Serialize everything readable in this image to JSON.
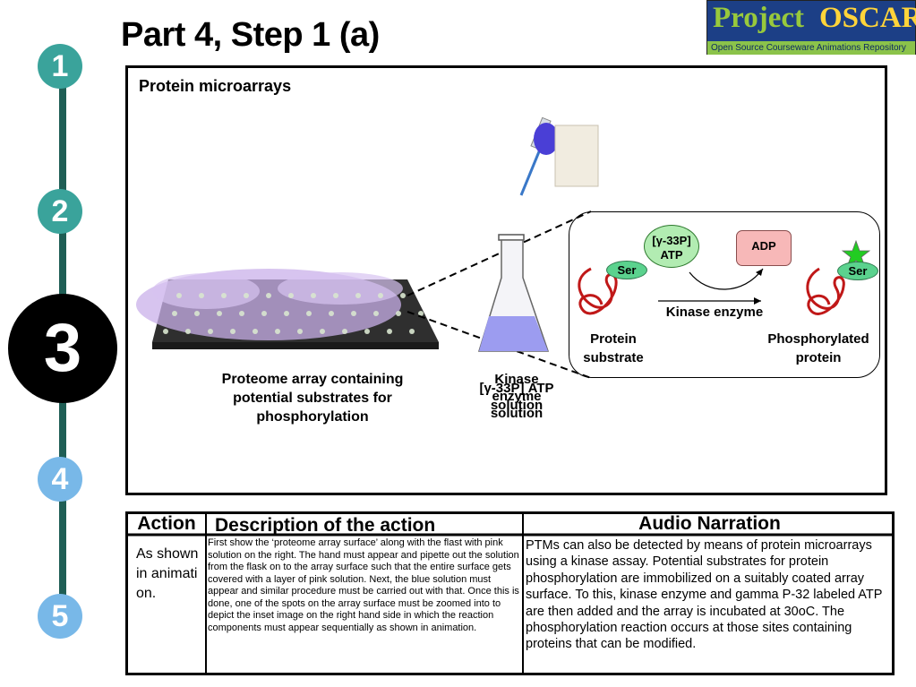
{
  "title": "Part 4, Step 1 (a)",
  "logo": {
    "word1": "Project",
    "word2": "OSCAR",
    "tagline": "Open Source Courseware Animations Repository"
  },
  "steps": [
    {
      "label": "1",
      "color": "#3aa39b"
    },
    {
      "label": "2",
      "color": "#3aa39b"
    },
    {
      "label": "3",
      "color": "#000000"
    },
    {
      "label": "4",
      "color": "#78b8e8"
    },
    {
      "label": "5",
      "color": "#78b8e8"
    }
  ],
  "panel": {
    "title": "Protein microarrays",
    "array_label": "Proteome array containing potential substrates for phosphorylation",
    "flask_label_1": "Kinase enzyme solution",
    "flask_label_2": "[γ-33P] ATP solution"
  },
  "inset": {
    "ser_left": "Ser",
    "atp_line1": "[γ-33P]",
    "atp_line2": "ATP",
    "adp": "ADP",
    "ser_right": "Ser",
    "kinase": "Kinase enzyme",
    "protein_substrate": "Protein substrate",
    "phosphorylated": "Phosphorylated protein"
  },
  "table": {
    "col_action": "Action",
    "col_description": "Description of the action",
    "col_audio": "Audio Narration",
    "action_text": "As shown in animation.",
    "description_text": "First show the ‘proteome array surface’ along with the flast with pink solution on the right. The hand must appear and pipette out the solution from the flask on to the array surface such that the entire surface gets covered with a layer of pink solution. Next, the blue solution must appear and similar procedure must be carried out with that. Once this is done, one of the spots on the array surface must be zoomed into to depict the inset image on the right hand side in which the reaction components must appear sequentially as shown in animation.",
    "audio_text": "PTMs can also be detected by means of protein microarrays using a kinase assay. Potential substrates for protein phosphorylation are immobilized on a suitably coated array surface. To this, kinase enzyme and gamma P-32 labeled ATP are then added and the array is incubated at 30oC. The phosphorylation reaction occurs at those sites containing proteins that can be modified."
  }
}
